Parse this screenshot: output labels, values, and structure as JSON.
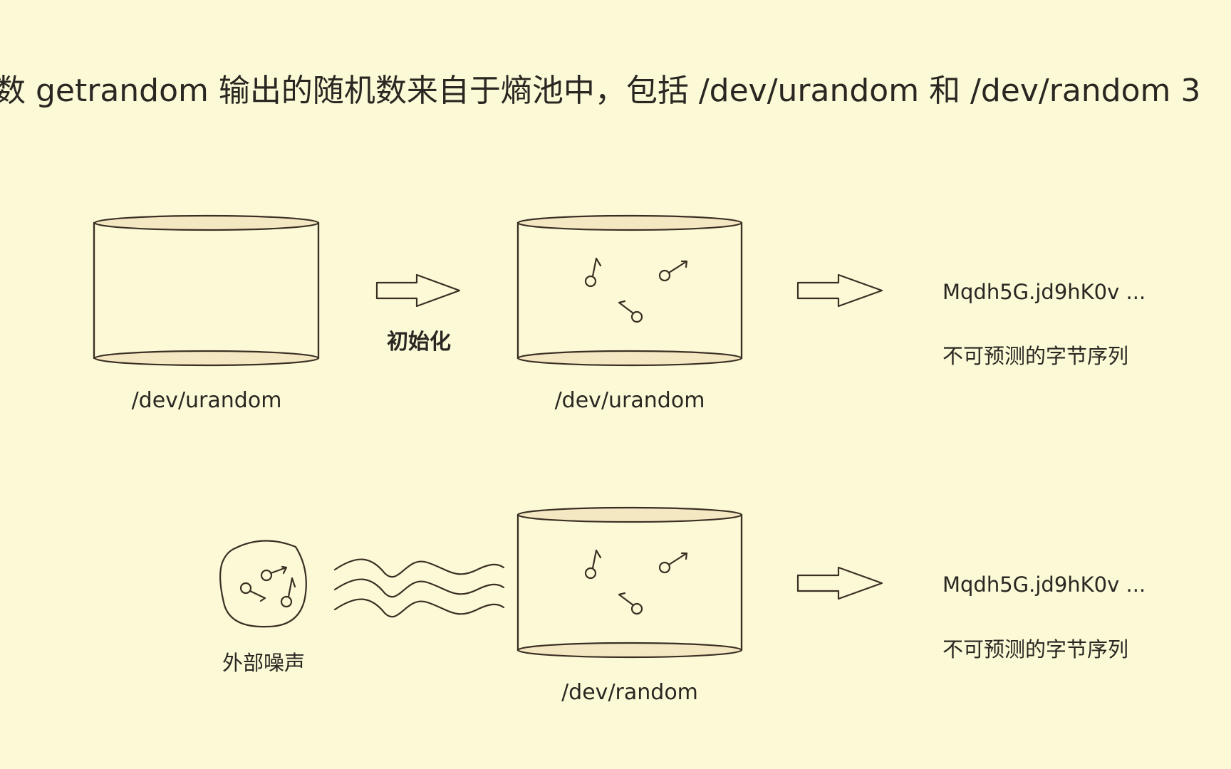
{
  "title": "数 getrandom 输出的随机数来自于熵池中，包括 /dev/urandom 和 /dev/random 3",
  "row1": {
    "source_label": "/dev/urandom",
    "arrow_label": "初始化",
    "pool_label": "/dev/urandom",
    "output_sample": "Mqdh5G.jd9hK0v ...",
    "output_desc": "不可预测的字节序列"
  },
  "row2": {
    "noise_label": "外部噪声",
    "pool_label": "/dev/random",
    "output_sample": "Mqdh5G.jd9hK0v ...",
    "output_desc": "不可预测的字节序列"
  },
  "colors": {
    "background": "#fcfad6",
    "stroke": "#3b2f24",
    "ellipse_fill": "#f4e8c3"
  }
}
